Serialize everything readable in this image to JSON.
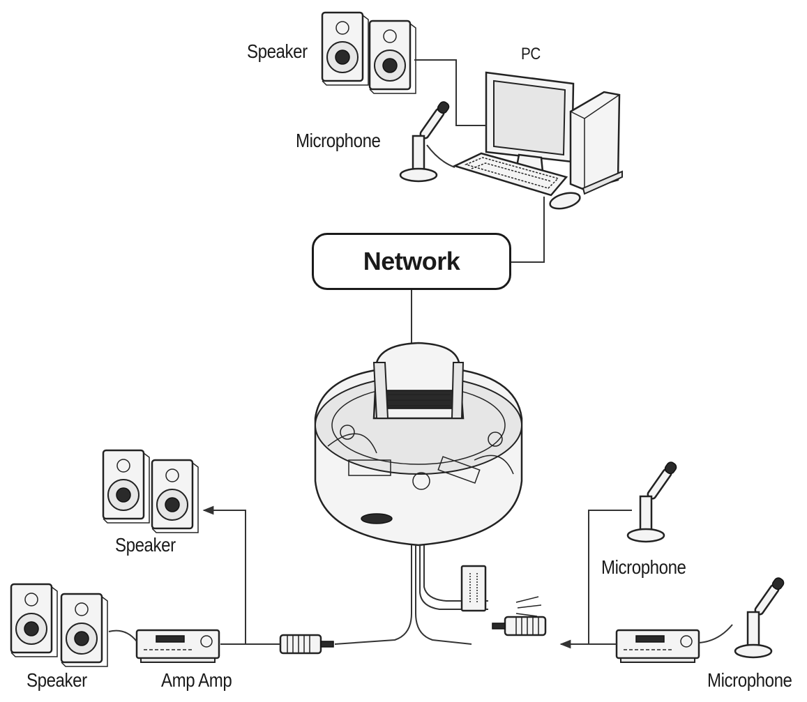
{
  "network": {
    "label": "Network"
  },
  "pc_side": {
    "pc_label": "PC",
    "speaker_label": "Speaker",
    "microphone_label": "Microphone"
  },
  "camera_side": {
    "left_speaker_label": "Speaker",
    "bottom_speaker_label": "Speaker",
    "amp_label": "Amp Amp",
    "right_microphone_label": "Microphone",
    "bottom_microphone_label": "Microphone"
  },
  "icons": [
    "speaker-icon",
    "microphone-icon",
    "pc-icon",
    "dome-camera-icon",
    "amplifier-icon",
    "audio-connector-icon"
  ]
}
